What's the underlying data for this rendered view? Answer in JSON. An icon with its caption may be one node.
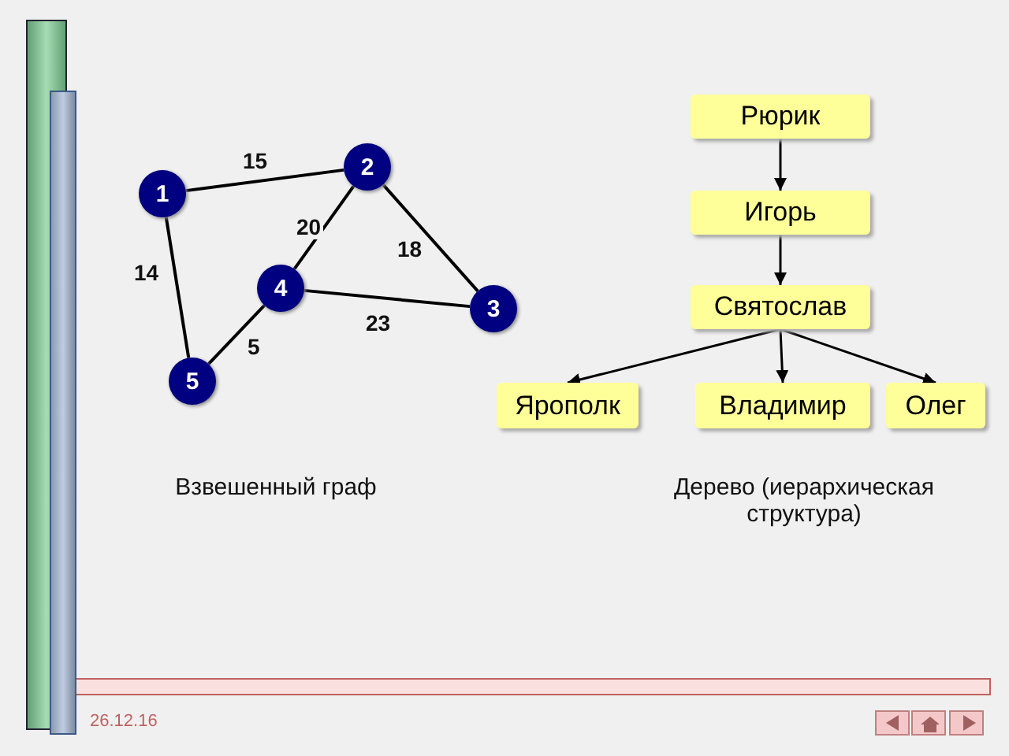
{
  "diagram": {
    "nodes": [
      {
        "text": [
          "1"
        ]
      },
      {
        "text": [
          "2"
        ]
      },
      {
        "text": [
          "3"
        ]
      },
      {
        "text": [
          "4"
        ]
      },
      {
        "text": [
          "5"
        ]
      },
      {
        "text": [
          "Рюрик"
        ]
      },
      {
        "text": [
          "Игорь"
        ]
      },
      {
        "text": [
          "Святослав"
        ]
      },
      {
        "text": [
          "Ярополк"
        ]
      },
      {
        "text": [
          "Владимир"
        ]
      },
      {
        "text": [
          "Олег"
        ]
      }
    ],
    "edges": [
      {
        "from": 0,
        "to": 1,
        "arrow": "none",
        "label": "15"
      },
      {
        "from": 1,
        "to": 3,
        "arrow": "none",
        "label": "20"
      },
      {
        "from": 1,
        "to": 2,
        "arrow": "none",
        "label": "18"
      },
      {
        "from": 0,
        "to": 4,
        "arrow": "none",
        "label": "14"
      },
      {
        "from": 3,
        "to": 2,
        "arrow": "none",
        "label": "23"
      },
      {
        "from": 3,
        "to": 4,
        "arrow": "none",
        "label": "5"
      },
      {
        "from": 5,
        "to": 6,
        "arrow": "to"
      },
      {
        "from": 6,
        "to": 7,
        "arrow": "to"
      },
      {
        "from": 7,
        "to": 8,
        "arrow": "to"
      },
      {
        "from": 7,
        "to": 9,
        "arrow": "to"
      },
      {
        "from": 7,
        "to": 10,
        "arrow": "to"
      }
    ],
    "labels": [
      "Взвешенный граф",
      "Дерево (иерархическая структура)",
      "26.12.16"
    ]
  }
}
